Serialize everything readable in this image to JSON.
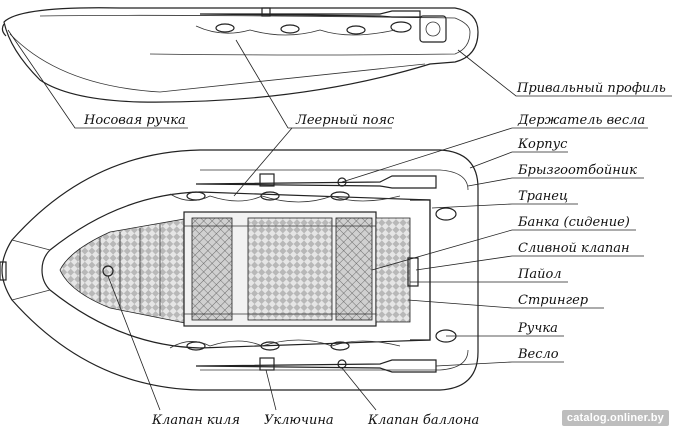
{
  "labels": {
    "privalny_profil": "Привальный профиль",
    "nosovaya_ruchka": "Носовая ручка",
    "leerny_poyas": "Леерный пояс",
    "derzhatel_vesla": "Держатель весла",
    "korpus": "Корпус",
    "bryzgootboynik": "Брызгоотбойник",
    "tranets": "Транец",
    "banka": "Банка (сидение)",
    "slivnoy_klapan": "Сливной клапан",
    "payol": "Пайол",
    "stringer": "Стрингер",
    "ruchka": "Ручка",
    "veslo": "Весло",
    "klapan_kilya": "Клапан киля",
    "uklyuchina": "Уключина",
    "klapan_ballona": "Клапан баллона"
  },
  "watermark": "catalog.onliner.by",
  "colors": {
    "line": "#222222",
    "floor": "#d9d9d9",
    "floor_dark": "#9a9a9a",
    "watermark_bg": "#bdbdbd"
  }
}
